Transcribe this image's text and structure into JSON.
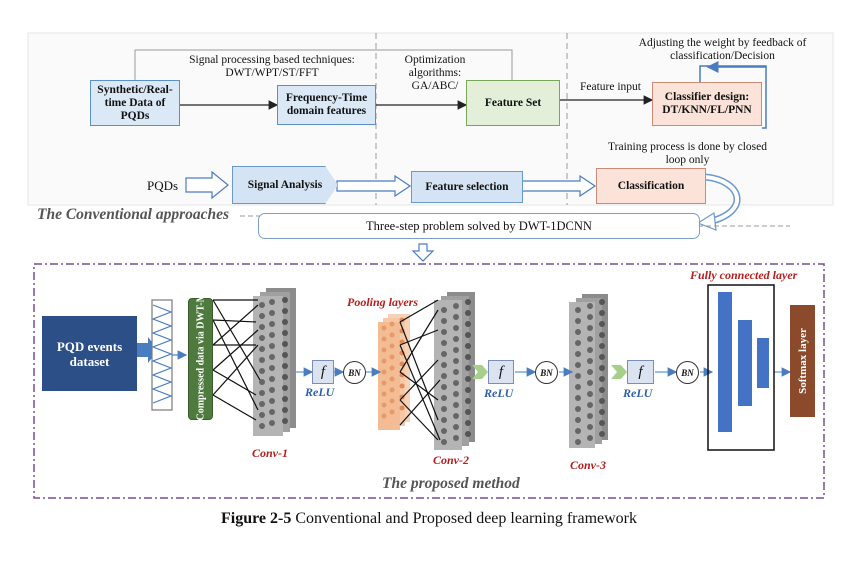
{
  "top_flow": {
    "box_synthetic": "Synthetic/Real-time Data of PQDs",
    "label_signal_processing": "Signal processing based techniques: DWT/WPT/ST/FFT",
    "box_freq_time": "Frequency-Time domain features",
    "label_optimization": "Optimization algorithms: GA/ABC/",
    "box_feature_set": "Feature Set",
    "label_feature_input": "Feature input",
    "label_adjusting": "Adjusting the weight by feedback of classification/Decision",
    "box_classifier": "Classifier design: DT/KNN/FL/PNN",
    "label_training": "Training process is done by closed loop only"
  },
  "mid_flow": {
    "label_pqds": "PQDs",
    "box_signal_analysis": "Signal Analysis",
    "box_feature_selection": "Feature selection",
    "box_classification": "Classification",
    "title_conventional": "The Conventional approaches",
    "box_three_step": "Three-step problem solved by DWT-1DCNN"
  },
  "proposed": {
    "box_dataset": "PQD events dataset",
    "box_compressed": "Compressed data via DWT-MRA",
    "label_conv1": "Conv-1",
    "label_pooling": "Pooling layers",
    "label_conv2": "Conv-2",
    "label_conv3": "Conv-3",
    "label_fc": "Fully connected layer",
    "label_softmax": "Softmax layer",
    "act_f": "f",
    "label_relu": "ReLU",
    "label_bn": "BN",
    "title_proposed": "The proposed method"
  },
  "caption": {
    "prefix": "Figure 2-5",
    "text": " Conventional and Proposed deep learning framework"
  },
  "colors": {
    "blue_box_fill": "#dbe8f6",
    "green_box_fill": "#e3efd9",
    "pink_box_fill": "#fbe3da",
    "dataset_fill": "#2b4f86",
    "compressed_fill": "#4f7a3e",
    "softmax_fill": "#8a4a2b",
    "fc_bar_fill": "#4472c4",
    "pooling_fill": "#f6c8a6",
    "conv_fill": "#a6a6a6",
    "dash_frame": "#7a4a9a",
    "red_label": "#b3201e"
  }
}
